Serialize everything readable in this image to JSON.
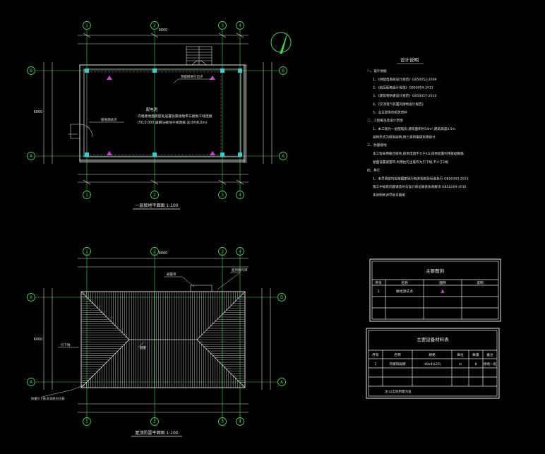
{
  "drawing": {
    "colors": {
      "background": "#000000",
      "wall": "#cfcfcf",
      "dim": "#d8d8d8",
      "axis_green": "#39d353",
      "column_cyan": "#3fc9c9",
      "marker_magenta": "#d040d0",
      "roof_hatch": "#bdbdbd",
      "table_line": "#e6e6e6"
    },
    "axis_labels": {
      "cols": [
        "1",
        "2",
        "3",
        "4"
      ],
      "rows_plan1": [
        "B",
        "A"
      ],
      "rows_plan2": [
        "B",
        "A"
      ]
    },
    "plan1": {
      "dim_top": "9000",
      "dim_side": "6000",
      "room_label": "配电房",
      "note_1": "内墙距地面高度处设置防雷接地带与接地干线连接",
      "note_2": "(50,0,000 扁钢与接地干线连接,总计约8.0m)",
      "callout_top": "预留接地引出点",
      "callout_left": "接地测试点",
      "title": "一层接地平面图 1:100"
    },
    "plan2": {
      "dim_top": "9000",
      "dim_side": "6000",
      "callout_1": "避雷带",
      "callout_2": "屋顶接闪带",
      "callout_left": "引下线",
      "callout_bottom": "防雷引下线,利用柱内主筋",
      "ridge_label": "避雷",
      "title": "屋顶防雷平面图 1:100"
    },
    "notes": {
      "heading": "设计说明",
      "items": [
        "一、设计依据",
        "1、《供配电系统设计规范》GB50052-2009",
        "2、《低压配电设计规范》GB50054-2011",
        "3、《建筑物防雷设计规范》GB50057-2010",
        "4、《交流电气装置的接地设计规范》",
        "5、业主提供的相关资料",
        "二、工程概况及设计范围",
        "1、本工程为一层配电房,建筑面积约54m²,建筑高度4.5m",
        "   结构形式为框架结构,按三类防雷建筑物设计",
        "三、防雷接地",
        "本工程采用联合接地,接地电阻不大于1Ω,接地装置利用基础钢筋",
        "屋面设置避雷带,利用柱内主筋作为引下线,不少于2根",
        "四、其它",
        "1、未尽事宜均应按国家现行有关规范及标准执行 GB50303-2015",
        "   施工中如有问题请及时与设计单位联系协商解决 GB50169-2016",
        "   本说明未详尽处见图纸"
      ]
    },
    "table1": {
      "title": "主要图例",
      "headers": [
        "序号",
        "名称",
        "图例",
        "说明"
      ],
      "rows": [
        [
          "1",
          "接地测试点",
          "▲",
          ""
        ],
        [
          "",
          "",
          "",
          ""
        ],
        [
          "",
          "",
          "",
          ""
        ]
      ]
    },
    "table2": {
      "title": "主要设备材料表",
      "headers": [
        "序号",
        "名称",
        "规格",
        "单位",
        "数量",
        "备注"
      ],
      "rows": [
        [
          "1",
          "热镀锌扁钢",
          "-40x4(L25)",
          "m",
          "8",
          "接地一处"
        ],
        [
          "",
          "",
          "",
          "",
          "",
          ""
        ],
        [
          "",
          "",
          "",
          "",
          "",
          ""
        ]
      ],
      "footer": "注:以实际用量为准"
    }
  }
}
